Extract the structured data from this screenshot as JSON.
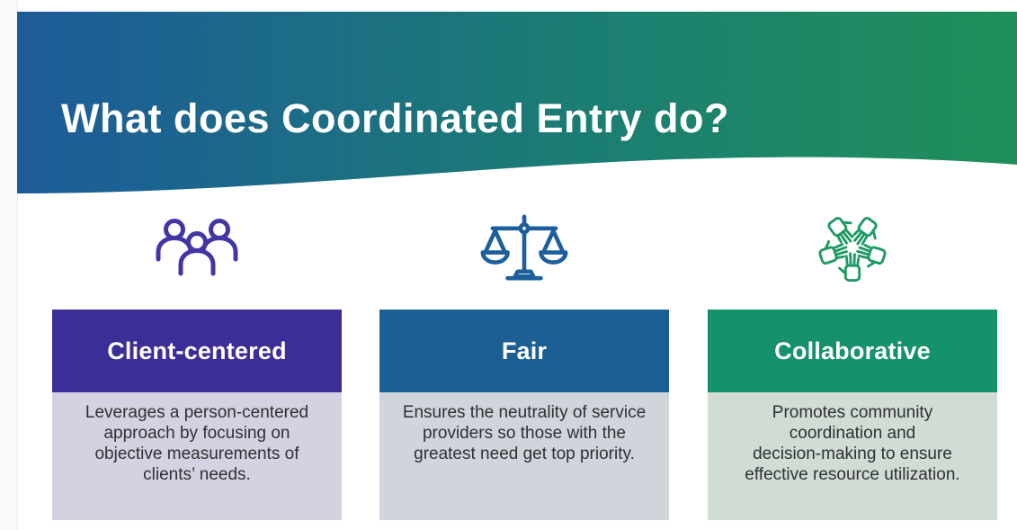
{
  "header": {
    "title": "What does Coordinated Entry do?",
    "gradient_start": "#1d5b9a",
    "gradient_mid": "#1b7d74",
    "gradient_end": "#1f9059"
  },
  "cards": [
    {
      "icon": "people-group-icon",
      "icon_color": "#4136a4",
      "title": "Client-centered",
      "header_bg": "#3b2e96",
      "body_bg": "#d4d2e2",
      "description_lines": [
        "Leverages a person-centered",
        "approach by focusing on",
        "objective measurements of",
        "clients’ needs."
      ]
    },
    {
      "icon": "scales-of-justice-icon",
      "icon_color": "#1d5e9c",
      "title": "Fair",
      "header_bg": "#1c5f92",
      "body_bg": "#d0d5dc",
      "description_lines": [
        "Ensures the neutrality of service",
        "providers so those with the",
        "greatest need get top priority."
      ]
    },
    {
      "icon": "collaboration-hands-icon",
      "icon_color": "#1f9a64",
      "title": "Collaborative",
      "header_bg": "#15916b",
      "body_bg": "#d1dcd4",
      "description_lines": [
        "Promotes community",
        "coordination and",
        "decision-making to ensure",
        "effective resource utilization."
      ]
    }
  ]
}
